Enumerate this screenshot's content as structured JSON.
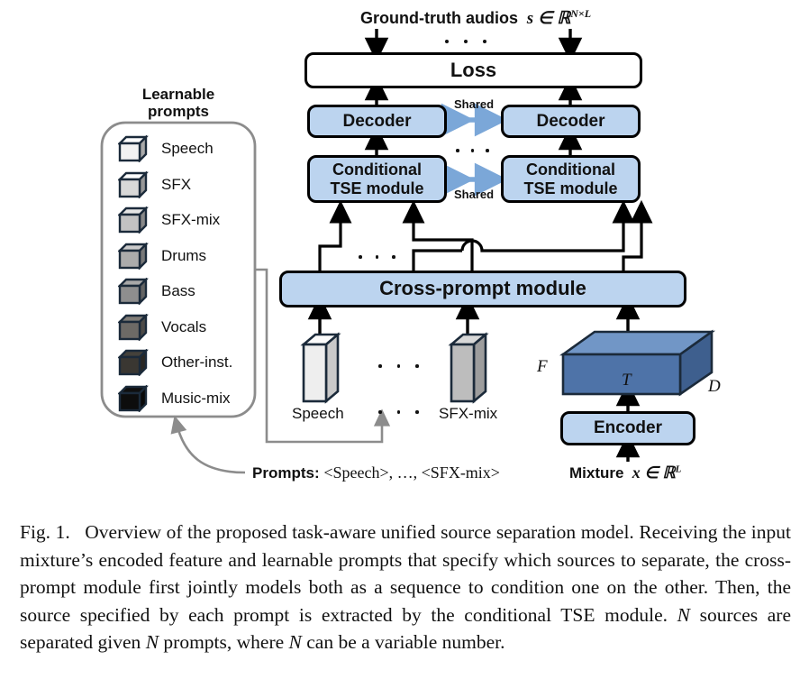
{
  "figure": {
    "top_label": "Ground-truth audios",
    "top_math": "s ∈ ℝ",
    "top_math_sup": "N×L",
    "loss_box": "Loss",
    "decoder_left": "Decoder",
    "decoder_right": "Decoder",
    "tse_left": "Conditional\nTSE module",
    "tse_right": "Conditional\nTSE module",
    "tse_left_line1": "Conditional",
    "tse_left_line2": "TSE module",
    "tse_right_line1": "Conditional",
    "tse_right_line2": "TSE module",
    "shared_top": "Shared",
    "shared_bottom": "Shared",
    "cross_prompt": "Cross-prompt module",
    "encoder": "Encoder",
    "mixture_label": "Mixture",
    "mixture_math": "x ∈ ℝ",
    "mixture_math_sup": "L",
    "tensor_axis_F": "F",
    "tensor_axis_T": "T",
    "tensor_axis_D": "D",
    "prompt_bar_left_label": "Speech",
    "prompt_bar_right_label": "SFX-mix",
    "prompts_caption_bold": "Prompts:",
    "prompts_caption_rest": "<Speech>, …, <SFX-mix>"
  },
  "learnable_prompts": {
    "title_line1": "Learnable",
    "title_line2": "prompts",
    "items": [
      {
        "label": "Speech",
        "color": "#f2f2f2"
      },
      {
        "label": "SFX",
        "color": "#d8d8d8"
      },
      {
        "label": "SFX-mix",
        "color": "#c2c2c2"
      },
      {
        "label": "Drums",
        "color": "#ababab"
      },
      {
        "label": "Bass",
        "color": "#8e8e8e"
      },
      {
        "label": "Vocals",
        "color": "#6d6a66"
      },
      {
        "label": "Other-inst.",
        "color": "#3a3732"
      },
      {
        "label": "Music-mix",
        "color": "#0d0d0d"
      }
    ]
  },
  "colors": {
    "box_blue": "#bcd4ef",
    "tensor_front": "#4e73a8",
    "tensor_top": "#7196c6",
    "tensor_side": "#3e5f8e",
    "shared_arrow": "#7ba7d8",
    "gray_connector": "#8c8c8c",
    "outline": "#1b2a3a"
  },
  "caption": {
    "label": "Fig. 1.",
    "text_1": "Overview of the proposed task-aware unified source separation model. Receiving the input mixture’s encoded feature and learnable prompts that specify which sources to separate, the cross-prompt module first jointly models both as a sequence to condition one on the other. Then, the source specified by each prompt is extracted by the conditional TSE module. ",
    "math_n_1": "N",
    "text_2": " sources are separated given ",
    "math_n_2": "N",
    "text_3": " prompts, where ",
    "math_n_3": "N",
    "text_4": " can be a variable number."
  }
}
